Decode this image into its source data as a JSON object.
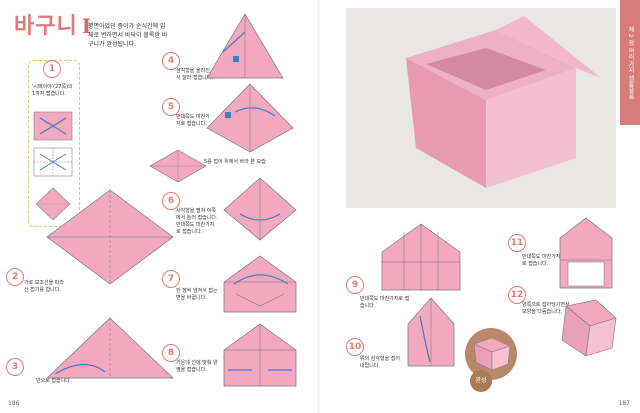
{
  "title": {
    "main": "바구니",
    "roman": "Ⅰ"
  },
  "intro": "평면이었던 종이가 순식간에 입체로 변하면서 바닥이 볼록한 바구니가 완성됩니다.",
  "steps": [
    {
      "n": "1",
      "text": "'시메이아'(27쪽)의 1까지 접습니다."
    },
    {
      "n": "2",
      "text": "가로 보조선을 따라 산 접기를 합니다."
    },
    {
      "n": "3",
      "text": "반으로 접습니다."
    },
    {
      "n": "4",
      "text": "삼각형을 올려진서 눌러 접습니다."
    },
    {
      "n": "5",
      "text": "반대쪽도 마찬가지로 접습니다."
    },
    {
      "n": "6",
      "text": "사각형을 펼쳐 이쪽에서 눌러 접습니다. 반대쪽도 마찬가지로 접습니다."
    },
    {
      "n": "7",
      "text": "한 장씩 넘겨서 접는 면을 바꿉니다."
    },
    {
      "n": "8",
      "text": "가운데 선에 맞춰 양옆을 접습니다."
    },
    {
      "n": "9",
      "text": "반대쪽도 마찬가지로 접습니다."
    },
    {
      "n": "10",
      "text": "위의 삼각형을 접어 내립니다."
    },
    {
      "n": "11",
      "text": "반대쪽도 마찬가지로 접습니다."
    },
    {
      "n": "12",
      "text": "양쪽으로 잡아당기면서 모양을 다듬습니다."
    }
  ],
  "note5": "5를 접어 위에서 바라 본 모습",
  "done": "완성",
  "side_tab": "제 2 장 여러 가지 생활용품",
  "page_left": "186",
  "page_right": "187",
  "colors": {
    "paper": "#f2a9c0",
    "accent": "#e07a7a",
    "arrow": "#4a7bbd"
  }
}
